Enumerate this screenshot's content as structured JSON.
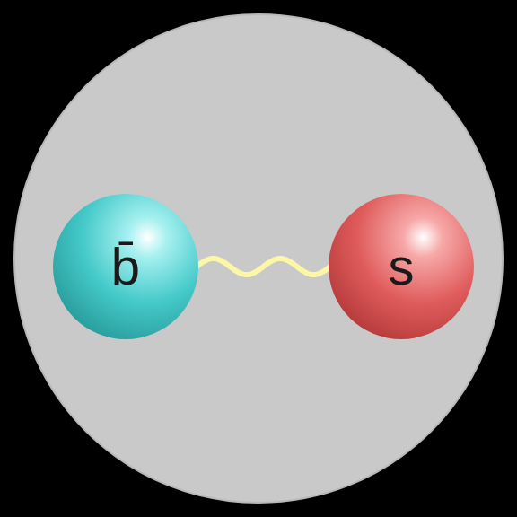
{
  "diagram": {
    "nodes": [
      {
        "text": [
          "b̄"
        ]
      },
      {
        "text": [
          "s"
        ]
      }
    ],
    "edges": [
      {
        "from": 0,
        "to": 1,
        "arrow": "none"
      }
    ]
  }
}
